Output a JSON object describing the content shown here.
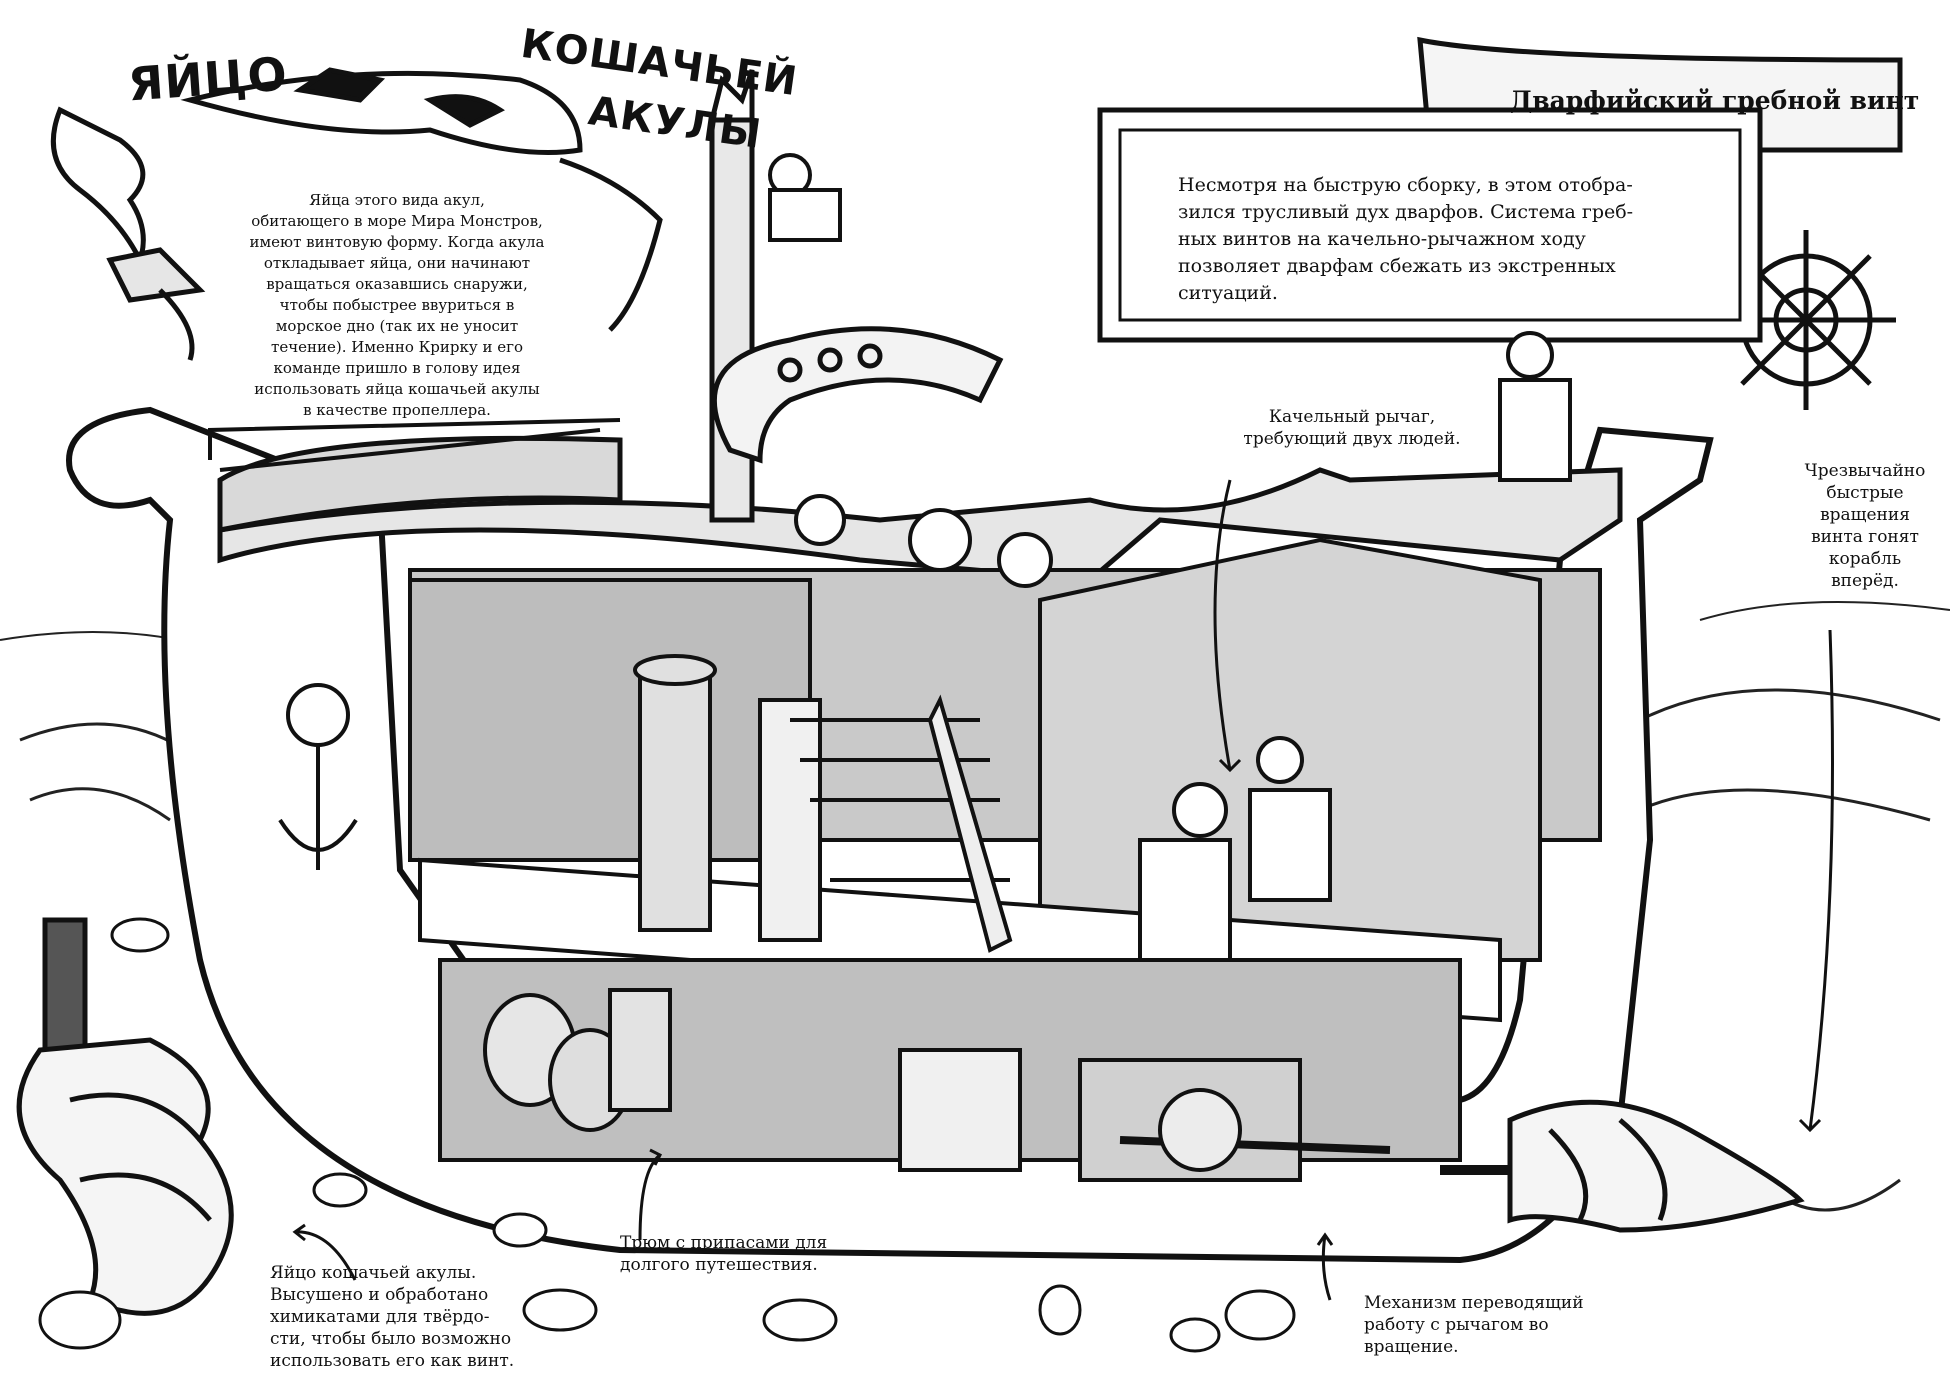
{
  "egg": {
    "title_word1": "ЯЙЦО",
    "title_word2": "КОШАЧЬЕЙ",
    "title_word3": "АКУЛЫ",
    "description": [
      "Яйца этого вида акул,",
      "обитающего в море Мира Монстров,",
      "имеют винтовую форму. Когда акула",
      "откладывает яйца, они начинают",
      "вращаться оказавшись снаружи,",
      "чтобы побыстрее ввуриться в",
      "морское дно (так их не уносит",
      "течение). Именно Крирку и его",
      "команде пришло в голову идея",
      "использовать яйца кошачьей акулы",
      "в качестве пропеллера."
    ]
  },
  "banner": {
    "title": "Дварфийский гребной винт",
    "text": [
      "Несмотря на быструю сборку, в этом отобра-",
      "зился трусливый дух дварфов. Система греб-",
      "ных винтов на качельно-рычажном ходу",
      "позволяет дварфам сбежать из экстренных",
      "ситуаций."
    ]
  },
  "annotations": {
    "lever": [
      "Качельный рычаг,",
      "требующий двух людей."
    ],
    "speed": [
      "Чрезвычайно",
      "быстрые",
      "вращения",
      "винта гонят",
      "корабль",
      "вперёд."
    ],
    "egg_prop": [
      "Яйцо кошачьей акулы.",
      "Высушено и обработано",
      "химикатами для твёрдо-",
      "сти, чтобы было возможно",
      "использовать его как винт."
    ],
    "hold": [
      "Трюм с припасами для",
      "долгого путешествия."
    ],
    "mechanism": [
      "Механизм переводящий",
      "работу с рычагом во",
      "вращение."
    ]
  }
}
